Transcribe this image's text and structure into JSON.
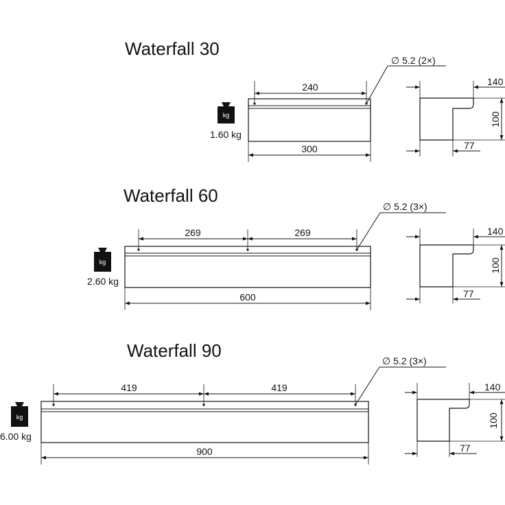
{
  "products": [
    {
      "title": "Waterfall 30",
      "weight": "1.60 kg",
      "weight_badge": "kg",
      "hole_spacing": [
        "240"
      ],
      "length": "300",
      "hole_note": "∅ 5.2 (2×)",
      "profile": {
        "depth": "140",
        "height": "100",
        "lip": "77"
      }
    },
    {
      "title": "Waterfall 60",
      "weight": "2.60 kg",
      "weight_badge": "kg",
      "hole_spacing": [
        "269",
        "269"
      ],
      "length": "600",
      "hole_note": "∅ 5.2 (3×)",
      "profile": {
        "depth": "140",
        "height": "100",
        "lip": "77"
      }
    },
    {
      "title": "Waterfall 90",
      "weight": "6.00 kg",
      "weight_badge": "kg",
      "hole_spacing": [
        "419",
        "419"
      ],
      "length": "900",
      "hole_note": "∅ 5.2 (3×)",
      "profile": {
        "depth": "140",
        "height": "100",
        "lip": "77"
      }
    }
  ]
}
